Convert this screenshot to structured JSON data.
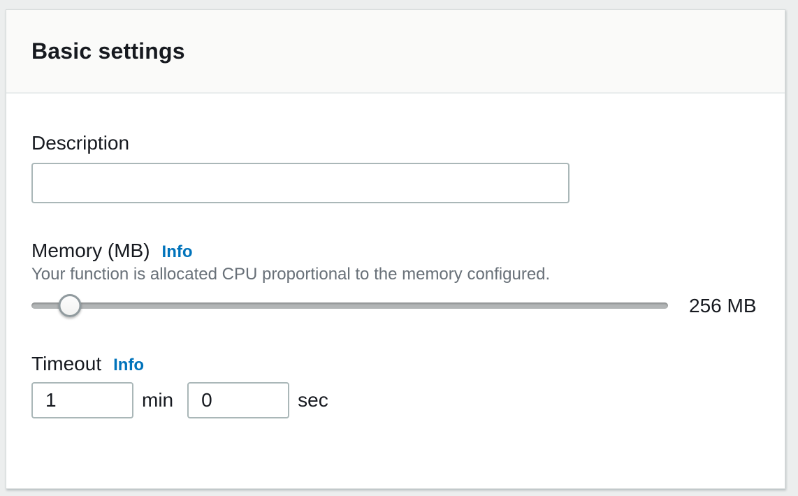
{
  "panel": {
    "title": "Basic settings"
  },
  "fields": {
    "description": {
      "label": "Description",
      "value": "",
      "placeholder": ""
    },
    "memory": {
      "label": "Memory (MB)",
      "info_label": "Info",
      "help_text": "Your function is allocated CPU proportional to the memory configured.",
      "value": "256 MB",
      "slider_percent": 6
    },
    "timeout": {
      "label": "Timeout",
      "info_label": "Info",
      "min_value": "1",
      "min_label": "min",
      "sec_value": "0",
      "sec_label": "sec"
    }
  },
  "colors": {
    "accent_link": "#0073bb",
    "text_primary": "#16191f",
    "text_secondary": "#687078",
    "panel_header_bg": "#fafaf9",
    "page_bg": "#eceeee",
    "input_border": "#aab7b8"
  }
}
